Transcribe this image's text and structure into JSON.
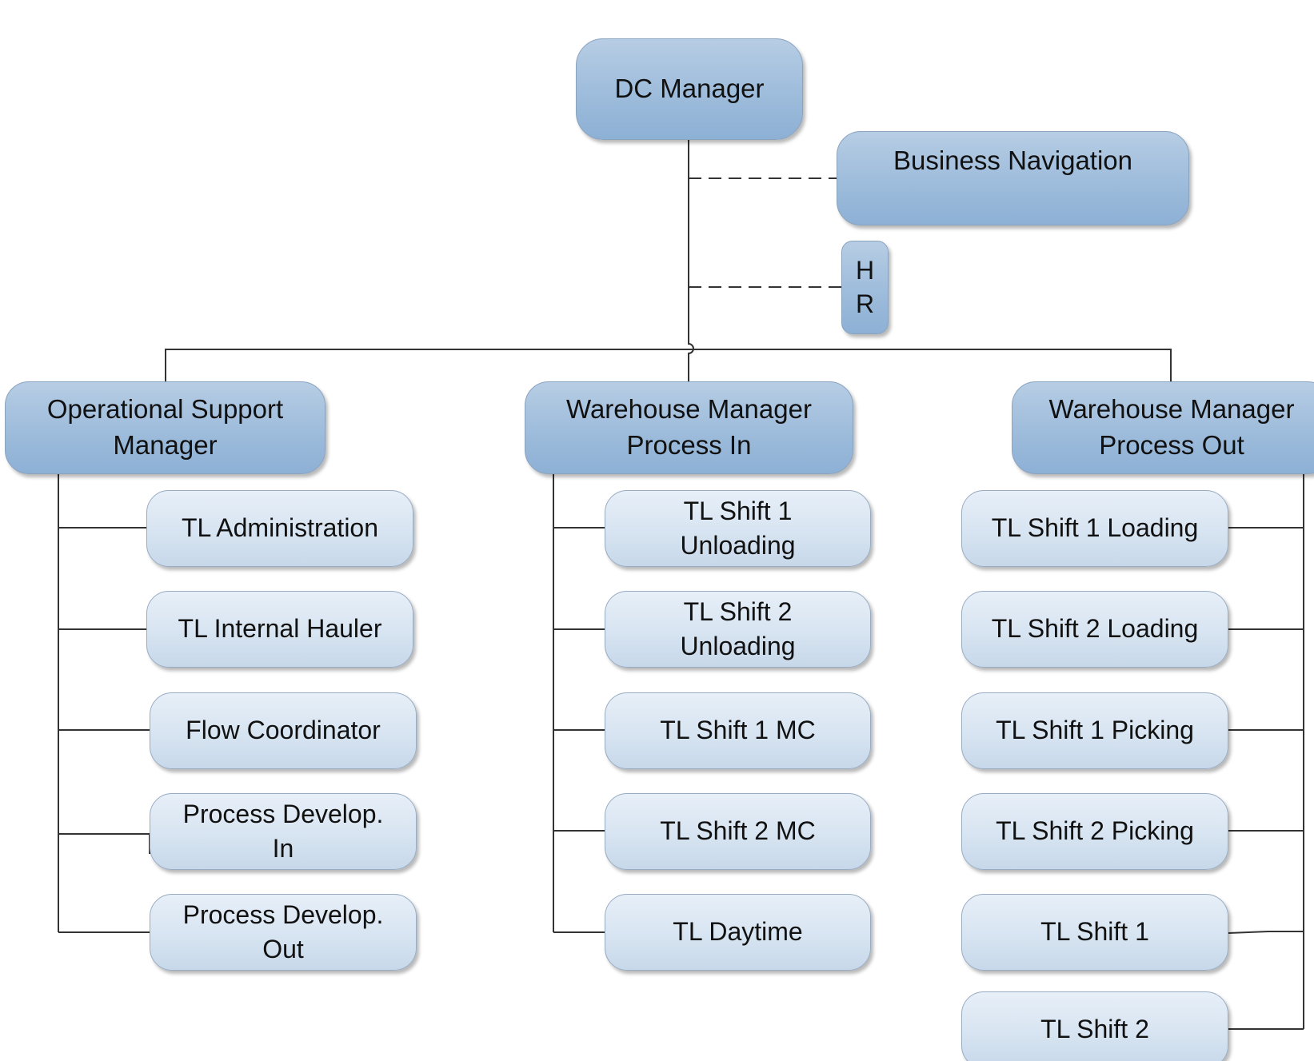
{
  "diagram": {
    "root": "DC Manager",
    "assistants": [
      "Business Navigation",
      "H\nR"
    ],
    "managers": [
      "Operational Support\nManager",
      "Warehouse Manager\nProcess In",
      "Warehouse Manager\nProcess Out"
    ],
    "operational_support_reports": [
      "TL Administration",
      "TL Internal Hauler",
      "Flow Coordinator",
      "Process Develop.\nIn",
      "Process Develop.\nOut"
    ],
    "process_in_reports": [
      "TL Shift 1\nUnloading",
      "TL Shift 2\nUnloading",
      "TL Shift 1 MC",
      "TL Shift 2 MC",
      "TL Daytime"
    ],
    "process_out_reports": [
      "TL Shift 1 Loading",
      "TL Shift 2 Loading",
      "TL Shift 1 Picking",
      "TL Shift 2 Picking",
      "TL Shift 1",
      "TL Shift 2"
    ],
    "colors": {
      "manager_fill": "#a2bfdd",
      "report_fill": "#d7e4f1",
      "connector": "#333333"
    }
  }
}
